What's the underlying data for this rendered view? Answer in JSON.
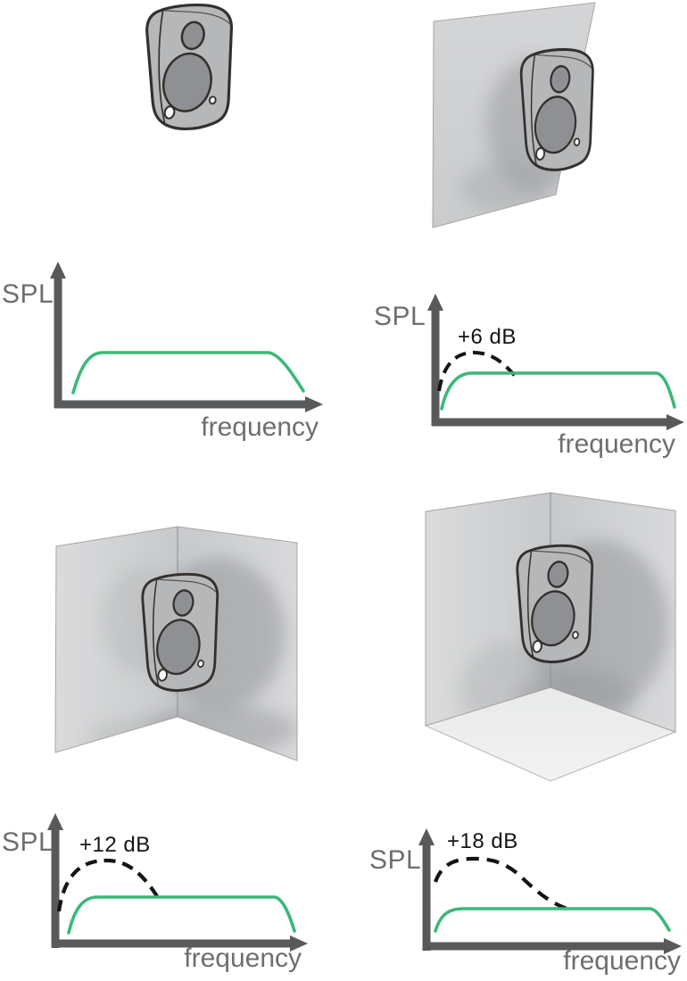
{
  "colors": {
    "background": "#ffffff",
    "axis": "#58595b",
    "axis_label": "#6d6e71",
    "response_curve": "#3cb878",
    "boost_curve": "#141414",
    "wall_light": "#d8d9db",
    "wall_dark": "#c7c9cb",
    "floor": "#eeeef0",
    "speaker_body": "#b5b7b9",
    "speaker_driver": "#8e9093",
    "speaker_outline": "#33302c"
  },
  "panels": [
    {
      "scene": "free-standing loudspeaker"
    },
    {
      "scene": "loudspeaker mounted against one wall"
    },
    {
      "scene": "loudspeaker in a two-wall corner"
    },
    {
      "scene": "loudspeaker in a corner with floor"
    }
  ],
  "charts": [
    {
      "spl_label": "SPL",
      "freq_label": "frequency",
      "boost_label": null,
      "boost_db": 0
    },
    {
      "spl_label": "SPL",
      "freq_label": "frequency",
      "boost_label": "+6 dB",
      "boost_db": 6
    },
    {
      "spl_label": "SPL",
      "freq_label": "frequency",
      "boost_label": "+12 dB",
      "boost_db": 12
    },
    {
      "spl_label": "SPL",
      "freq_label": "frequency",
      "boost_label": "+18 dB",
      "boost_db": 18
    }
  ],
  "chart_data": [
    {
      "type": "line",
      "xlabel": "frequency",
      "ylabel": "SPL",
      "axes_numeric": false,
      "series": [
        {
          "name": "response",
          "style": "solid",
          "color": "#3cb878",
          "shape": "flat passband with roll-off at low and high frequency extremes"
        }
      ]
    },
    {
      "type": "line",
      "xlabel": "frequency",
      "ylabel": "SPL",
      "axes_numeric": false,
      "series": [
        {
          "name": "response",
          "style": "solid",
          "color": "#3cb878",
          "shape": "flat passband with roll-off"
        },
        {
          "name": "boundary boost",
          "style": "dashed",
          "color": "#141414",
          "annotation": "+6 dB",
          "peak_boost_db": 6,
          "region": "low frequency"
        }
      ]
    },
    {
      "type": "line",
      "xlabel": "frequency",
      "ylabel": "SPL",
      "axes_numeric": false,
      "series": [
        {
          "name": "response",
          "style": "solid",
          "color": "#3cb878",
          "shape": "flat passband with roll-off"
        },
        {
          "name": "boundary boost",
          "style": "dashed",
          "color": "#141414",
          "annotation": "+12 dB",
          "peak_boost_db": 12,
          "region": "low frequency"
        }
      ]
    },
    {
      "type": "line",
      "xlabel": "frequency",
      "ylabel": "SPL",
      "axes_numeric": false,
      "series": [
        {
          "name": "response",
          "style": "solid",
          "color": "#3cb878",
          "shape": "flat passband with roll-off"
        },
        {
          "name": "boundary boost",
          "style": "dashed",
          "color": "#141414",
          "annotation": "+18 dB",
          "peak_boost_db": 18,
          "region": "low frequency"
        }
      ]
    }
  ]
}
